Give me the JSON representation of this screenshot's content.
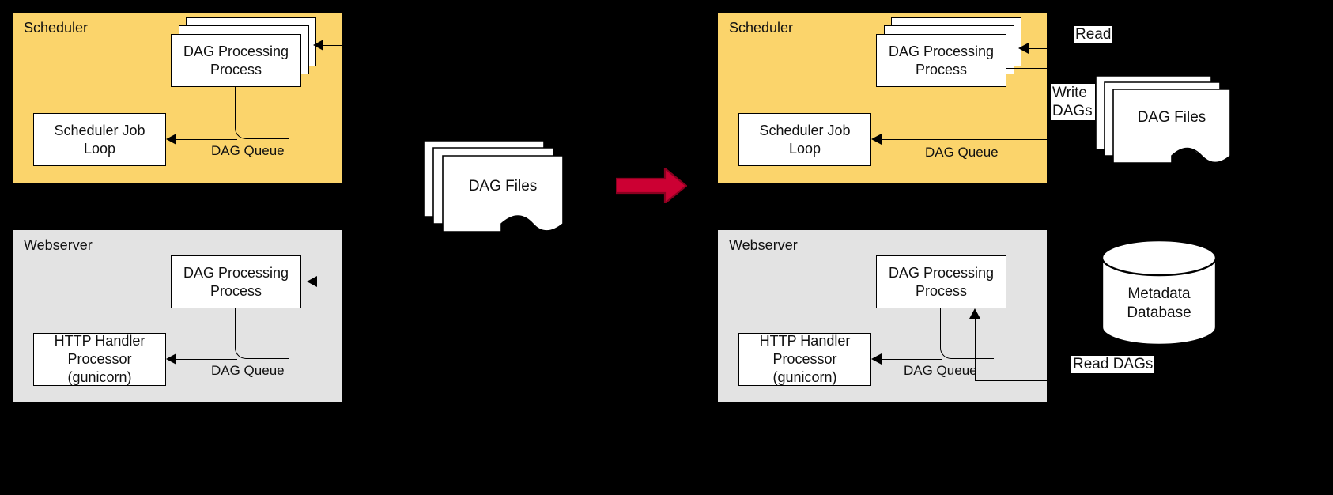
{
  "diagram": {
    "title": "Airflow DAG processing architecture: before and after",
    "colors": {
      "background": "#000000",
      "scheduler_panel": "#FBD46B",
      "webserver_panel": "#E3E3E3",
      "node_fill": "#FFFFFF",
      "stroke": "#000000",
      "red_arrow": "#CC0033",
      "red_arrow_outline": "#8B0020"
    }
  },
  "left": {
    "scheduler": {
      "label": "Scheduler",
      "dag_processing": "DAG Processing Process",
      "job_loop": "Scheduler Job Loop",
      "queue_label": "DAG Queue"
    },
    "webserver": {
      "label": "Webserver",
      "dag_processing": "DAG Processing Process",
      "http_handler": "HTTP Handler Processor (gunicorn)",
      "queue_label": "DAG Queue"
    }
  },
  "center": {
    "dag_files": "DAG Files",
    "transition_arrow": "red-right-arrow"
  },
  "right": {
    "scheduler": {
      "label": "Scheduler",
      "dag_processing": "DAG Processing Process",
      "job_loop": "Scheduler Job Loop",
      "queue_label": "DAG Queue"
    },
    "webserver": {
      "label": "Webserver",
      "dag_processing": "DAG Processing Process",
      "http_handler": "HTTP Handler Processor (gunicorn)",
      "queue_label": "DAG Queue"
    },
    "dag_files": "DAG Files",
    "database": "Metadata Database",
    "edge_read": "Read",
    "edge_write_dags": "Write DAGs",
    "edge_read_dags": "Read DAGs"
  }
}
